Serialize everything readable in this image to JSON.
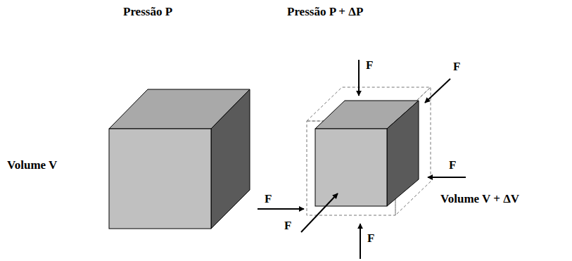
{
  "diagram": {
    "labels": [
      "Pressão P",
      "Pressão P + ΔP",
      "Volume V",
      "Volume V + ΔV",
      "F",
      "F",
      "F",
      "F",
      "F",
      "F"
    ]
  }
}
